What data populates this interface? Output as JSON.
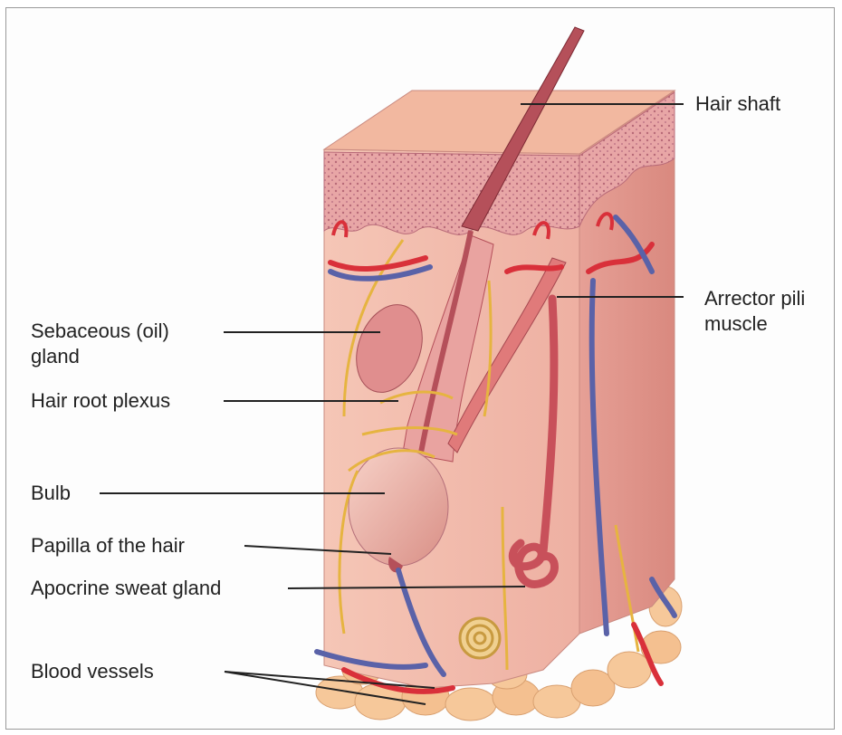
{
  "labels": {
    "hair_shaft": "Hair shaft",
    "arrector_pili": "Arrector pili\nmuscle",
    "sebaceous_gland": "Sebaceous (oil)\ngland",
    "hair_root_plexus": "Hair root plexus",
    "bulb": "Bulb",
    "papilla": "Papilla of the hair",
    "apocrine_gland": "Apocrine sweat gland",
    "blood_vessels": "Blood vessels"
  },
  "colors": {
    "skin_surface": "#f2b8a0",
    "epidermis": "#d98c8c",
    "dermis": "#f4c1b4",
    "dermis_side": "#e7a79c",
    "hair": "#b5505a",
    "fat": "#f6c89a",
    "artery": "#d9303a",
    "vein": "#5a62a8",
    "nerve": "#e6b440",
    "muscle": "#e07a7a",
    "leader_line": "#222222"
  }
}
